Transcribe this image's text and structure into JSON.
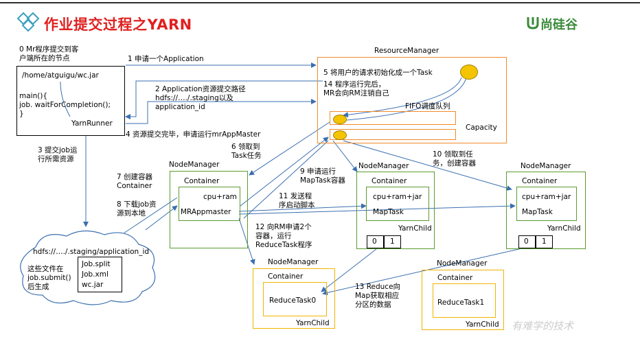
{
  "header": {
    "title": "作业提交过程之YARN",
    "brand": "尚硅谷"
  },
  "watermark": "有难学的技术",
  "client": {
    "step0": [
      "0 Mr程序提交到客",
      "户端所在的节点"
    ],
    "jar_path": "/home/atguigu/wc.jar",
    "code": [
      "main(){",
      "  job. waitForCompletion();",
      "}"
    ],
    "runner": "YarnRunner"
  },
  "steps": {
    "s1": "1 申请一个Application",
    "s2": [
      "2 Application资源提交路径",
      "hdfs://…./.staging以及",
      "application_id"
    ],
    "s3": [
      "3 提交job运",
      "行所需资源"
    ],
    "s4": "4 资源提交完毕，申请运行mrAppMaster",
    "s5": "5 将用户的请求初始化成一个Task",
    "s6": [
      "6 领取到",
      "Task任务"
    ],
    "s7": [
      "7 创建容器",
      "Container"
    ],
    "s8": [
      "8 下载job资",
      "源到本地"
    ],
    "s9": [
      "9 申请运行",
      "MapTask容器"
    ],
    "s10": [
      "10 领取到任",
      "务，创建容器"
    ],
    "s11": [
      "11 发送程",
      "序启动脚本"
    ],
    "s12": [
      "12 向RM申请2个",
      "容器，运行",
      "ReduceTask程序"
    ],
    "s13": [
      "13 Reduce向",
      "Map获取相应",
      "分区的数据"
    ],
    "s14": [
      "14 程序运行完后，",
      "MR会向RM注销自己"
    ]
  },
  "resource_manager": {
    "title": "ResourceManager",
    "fifo": "FIFO调度队列",
    "capacity": "Capacity"
  },
  "hdfs": {
    "path": "hdfs://…./.staging/application_id",
    "note": [
      "这些文件在",
      "job.submit()",
      "后生成"
    ],
    "files": [
      "Job.split",
      "Job.xml",
      "wc.jar"
    ]
  },
  "nodes": {
    "nm_label": "NodeManager",
    "container_label": "Container",
    "cpu_ram": "cpu+ram",
    "cpu_ram_jar": "cpu+ram+jar",
    "mrappmaster": "MRAppmaster",
    "maptask": "MapTask",
    "yarnchild": "YarnChild",
    "reducetask0": "ReduceTask0",
    "reducetask1": "ReduceTask1",
    "partitions": [
      "0",
      "1"
    ]
  }
}
